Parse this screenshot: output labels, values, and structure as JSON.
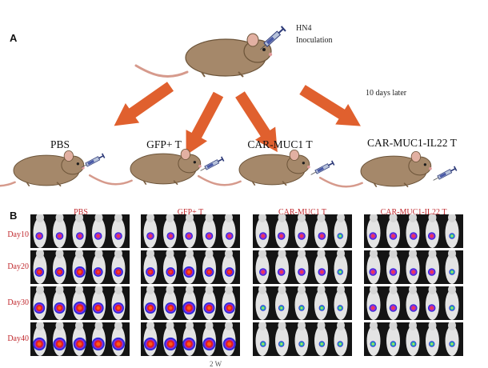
{
  "panel_a": {
    "label": "A",
    "inoculation_line1": "HN4",
    "inoculation_line2": "Inoculation",
    "time_note": "10 days later",
    "groups": [
      "PBS",
      "GFP+ T",
      "CAR-MUC1 T",
      "CAR-MUC1-IL22 T"
    ]
  },
  "panel_b": {
    "label": "B",
    "columns": [
      "PBS",
      "GFP+ T",
      "CAR-MUC1 T",
      "CAR-MUC1-IL22 T"
    ],
    "rows": [
      "Day10",
      "Day20",
      "Day30",
      "Day40"
    ],
    "signal_levels": [
      [
        2,
        2,
        2,
        2
      ],
      [
        3,
        3,
        2,
        2
      ],
      [
        4,
        4,
        1,
        2
      ],
      [
        5,
        5,
        1,
        1
      ]
    ]
  },
  "footer_fragment": "2 W",
  "colors": {
    "accent_red": "#c0282d",
    "arrow_orange": "#e0602e",
    "mouse_body": "#a5886a"
  }
}
